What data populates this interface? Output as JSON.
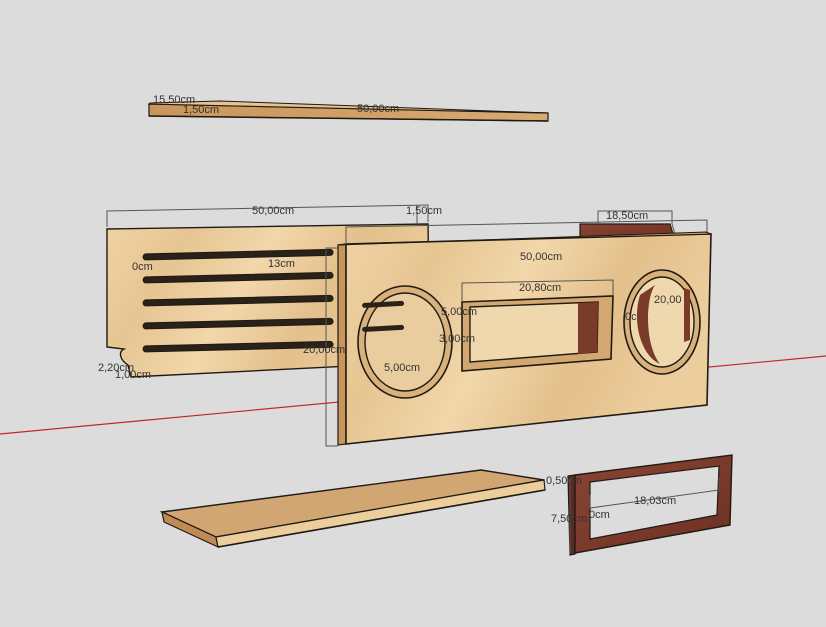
{
  "scene": {
    "background": "#dcdcdc",
    "axis_color": "#c0282d",
    "wood_light": "#e8c99a",
    "wood_dark": "#7a3b2a",
    "edge_color": "#1f1a14"
  },
  "dimensions": {
    "top_width": "15,50cm",
    "top_thickness": "1,50cm",
    "top_length": "50,00cm",
    "back_length": "50,00cm",
    "back_thickness": "1,50cm",
    "back_slot_a": "0cm",
    "back_slot_b": "13cm",
    "back_notch_a": "2,20cm",
    "back_notch_b": "1,00cm",
    "box_depth": "18,50cm",
    "front_length": "50,00cm",
    "front_height": "20,00cm",
    "front_opening": "20,80cm",
    "front_opening_h1": "5,00cm",
    "front_opening_h2": "3,00cm",
    "front_bottom_offset": "5,00cm",
    "front_speaker_a": "20,00",
    "front_speaker_b": "0c",
    "frame_thickness": "0,50cm",
    "frame_height": "7,50cm",
    "frame_height_b": "0cm",
    "frame_width": "18,03cm"
  }
}
